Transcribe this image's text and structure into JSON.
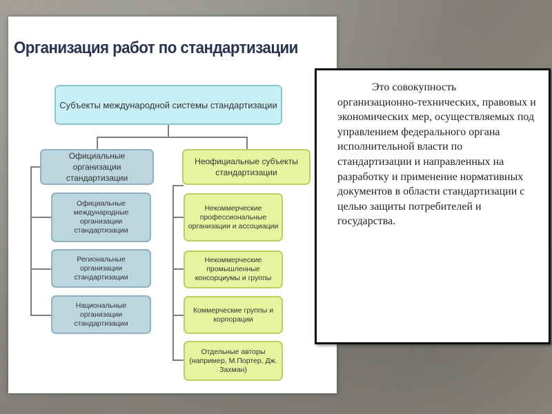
{
  "slide": {
    "title": "Организация работ по стандартизации"
  },
  "diagram": {
    "root": "Субъекты международной системы стандартизации",
    "official": {
      "header": "Официальные организации стандартизации",
      "items": [
        "Официальные международные организации стандартизации",
        "Региональные организации стандартизации",
        "Национальные организации стандартизации"
      ]
    },
    "unofficial": {
      "header": "Неофициальные субъекты стандартизации",
      "items": [
        "Некоммерческие профессиональные организации и ассоциации",
        "Некоммерческие промышленные консорциумы и группы",
        "Коммерческие группы и корпорации",
        "Отдельные авторы (например, М.Портер, Дж. Захман)"
      ]
    }
  },
  "definition": {
    "text": "Это совокупность организационно-технических, правовых и экономических мер, осуществляемых под управлением федерального органа исполнительной власти по стандартизации и направленных на разработку и применение нормативных документов в области стандартизации с целью защиты потребителей  и государства."
  },
  "colors": {
    "root_fill": "#c8eef6",
    "official_fill": "#bcd6e0",
    "unofficial_fill": "#e7f39e",
    "title": "#2a3350"
  }
}
